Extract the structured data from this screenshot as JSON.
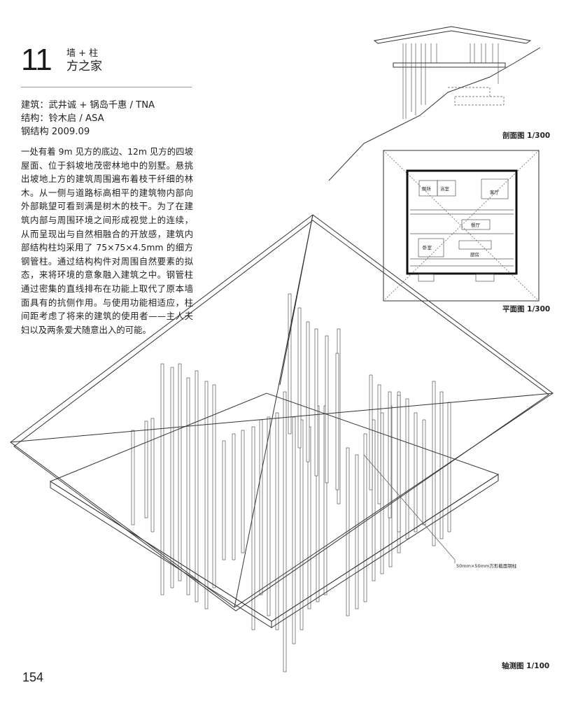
{
  "header": {
    "number": "11",
    "subtitle_small": "墙 + 柱",
    "title": "方之家"
  },
  "credits": [
    "建筑：武井诚 + 锅岛千惠 / TNA",
    "结构：铃木启 / ASA",
    "钢结构   2009.09"
  ],
  "description": "一处有着 9m 见方的底边、12m 见方的四坡屋面、位于斜坡地茂密林地中的别墅。悬挑出坡地上方的建筑周围遍布着枝干纤细的林木。从一侧与道路标高相平的建筑物内部向外部眺望可看到满是树木的枝干。为了在建筑内部与周围环境之间形成视觉上的连续，从而呈现出与自然相融合的开放感，建筑内部结构柱均采用了 75×75×4.5mm 的细方钢管柱。通过结构构件对周围自然要素的拟态，来将环境的意象融入建筑之中。钢管柱通过密集的直线排布在功能上取代了原本墙面具有的抗侧作用。与使用功能相适应，柱间距考虑了将来的建筑的使用者——主人夫妇以及两条爱犬随意出入的可能。",
  "drawings": {
    "section_caption": "剖面图  1/300",
    "plan_caption": "平面图  1/300",
    "axo_caption": "轴测图  1/100",
    "column_note": "50mm×50mm方形截面钢柱"
  },
  "plan_rooms": {
    "toilet": "厕所",
    "bath": "浴室",
    "living": "客厅",
    "dining": "餐厅",
    "bedroom": "卧室",
    "kitchen": "厨房"
  },
  "page_number": "154"
}
